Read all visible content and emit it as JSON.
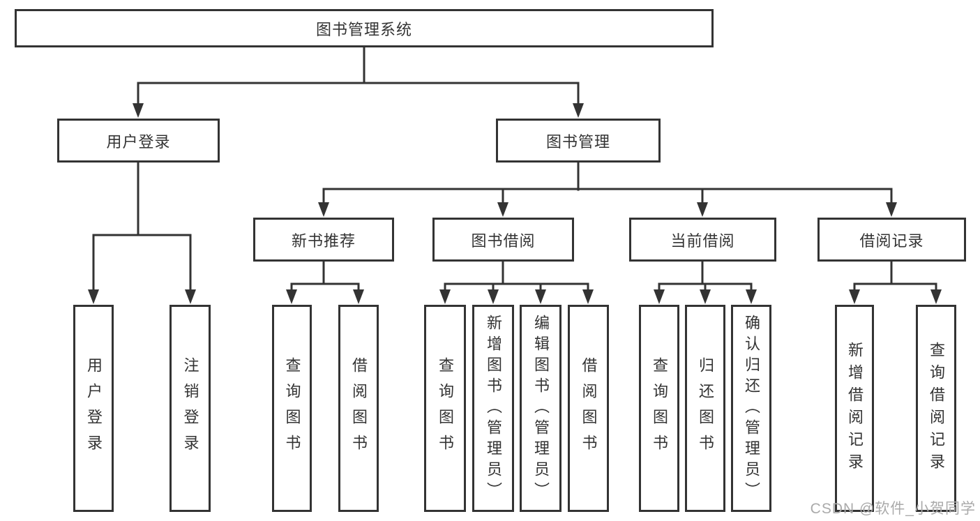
{
  "diagram": {
    "root": {
      "label": "图书管理系统"
    },
    "level2": [
      {
        "label": "用户登录",
        "parent": "图书管理系统"
      },
      {
        "label": "图书管理",
        "parent": "图书管理系统"
      }
    ],
    "level3": [
      {
        "label": "新书推荐",
        "parent": "图书管理"
      },
      {
        "label": "图书借阅",
        "parent": "图书管理"
      },
      {
        "label": "当前借阅",
        "parent": "图书管理"
      },
      {
        "label": "借阅记录",
        "parent": "图书管理"
      }
    ],
    "leaves": [
      {
        "label": "用户登录",
        "parent": "用户登录"
      },
      {
        "label": "注销登录",
        "parent": "用户登录"
      },
      {
        "label": "查询图书",
        "parent": "新书推荐"
      },
      {
        "label": "借阅图书",
        "parent": "新书推荐"
      },
      {
        "label": "查询图书",
        "parent": "图书借阅"
      },
      {
        "label": "新增图书（管理员）",
        "parent": "图书借阅"
      },
      {
        "label": "编辑图书（管理员）",
        "parent": "图书借阅"
      },
      {
        "label": "借阅图书",
        "parent": "图书借阅"
      },
      {
        "label": "查询图书",
        "parent": "当前借阅"
      },
      {
        "label": "归还图书",
        "parent": "当前借阅"
      },
      {
        "label": "确认归还（管理员）",
        "parent": "当前借阅"
      },
      {
        "label": "新增借阅记录",
        "parent": "借阅记录"
      },
      {
        "label": "查询借阅记录",
        "parent": "借阅记录"
      }
    ],
    "colors": {
      "line": "#333333",
      "text": "#333333",
      "box_background": "#ffffff"
    }
  },
  "watermark": {
    "text": "CSDN @软件_小贺同学",
    "color": "#aaaaaa"
  }
}
